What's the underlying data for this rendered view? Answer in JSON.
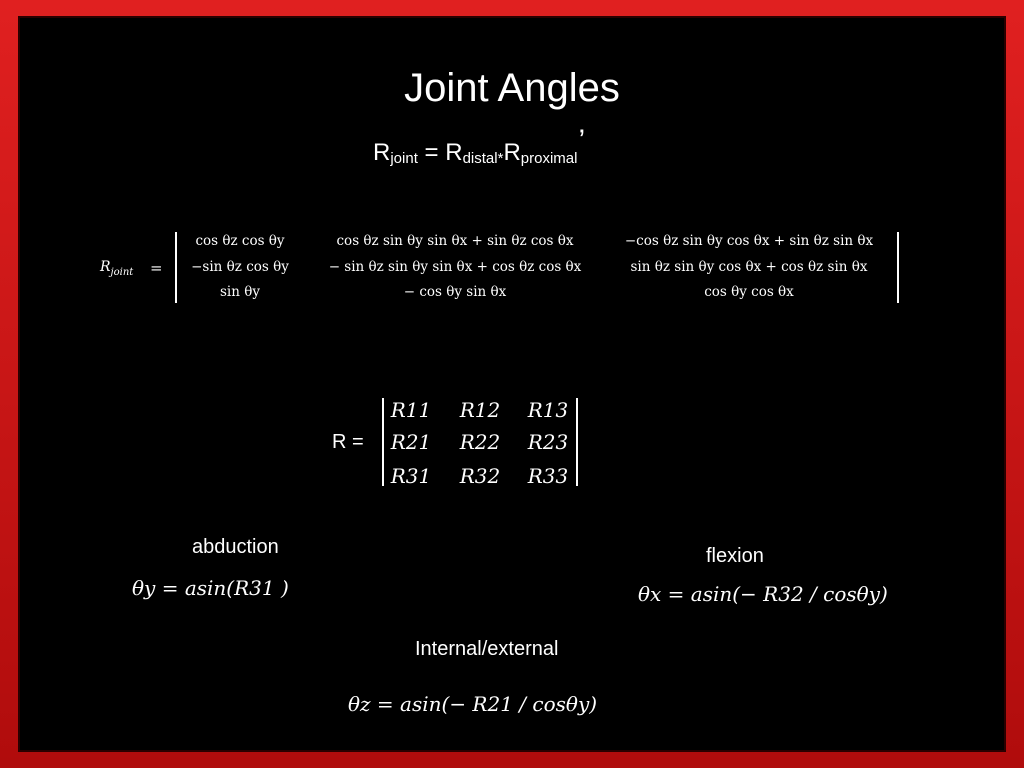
{
  "slide": {
    "title": "Joint Angles",
    "subtitle": {
      "r": "R",
      "joint": "joint",
      "equals": " = ",
      "distal": "distal",
      "times": "*",
      "proximal": "proximal",
      "prime": "’"
    }
  },
  "rjoint_matrix": {
    "lhs": "R",
    "lhs_sub": "joint",
    "equals": "=",
    "rows": [
      [
        "cos θz cos θy",
        "cos θz sin θy sin θx + sin θz cos θx",
        "−cos θz sin θy cos θx + sin θz sin θx"
      ],
      [
        "−sin θz cos θy",
        "− sin θz sin θy sin θx + cos θz cos θx",
        "sin θz sin θy cos θx + cos θz sin θx"
      ],
      [
        "sin θy",
        "− cos θy sin θx",
        "cos θy cos θx"
      ]
    ]
  },
  "r_matrix": {
    "lhs": "R =",
    "rows": [
      [
        "R11",
        "R12",
        "R13"
      ],
      [
        "R21",
        "R22",
        "R23"
      ],
      [
        "R31",
        "R32",
        "R33"
      ]
    ]
  },
  "formulas": {
    "abduction": {
      "label": "abduction",
      "expr": "θy = asin(R31 )"
    },
    "flexion": {
      "label": "flexion",
      "expr": "θx = asin(− R32 / cosθy)"
    },
    "internal_external": {
      "label": "Internal/external",
      "expr": "θz = asin(− R21 / cosθy)"
    }
  },
  "colors": {
    "frame": "#c81414",
    "background": "#000000",
    "text": "#ffffff"
  }
}
